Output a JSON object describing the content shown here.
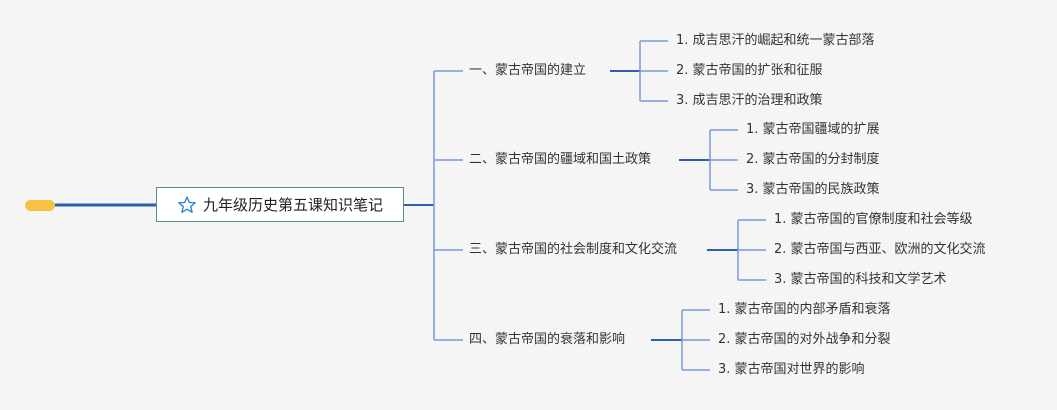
{
  "colors": {
    "accent_line": "#2d5fb4",
    "branch_line": "#7a9ad6",
    "pill": "#f5c242",
    "root_border": "#5a8f86",
    "star": "#2d7fd1"
  },
  "root": {
    "title": "九年级历史第五课知识笔记",
    "icon": "star-icon"
  },
  "topics": [
    {
      "label": "一、蒙古帝国的建立",
      "children": [
        "1. 成吉思汗的崛起和统一蒙古部落",
        "2. 蒙古帝国的扩张和征服",
        "3. 成吉思汗的治理和政策"
      ]
    },
    {
      "label": "二、蒙古帝国的疆域和国土政策",
      "children": [
        "1. 蒙古帝国疆域的扩展",
        "2. 蒙古帝国的分封制度",
        "3. 蒙古帝国的民族政策"
      ]
    },
    {
      "label": "三、蒙古帝国的社会制度和文化交流",
      "children": [
        "1. 蒙古帝国的官僚制度和社会等级",
        "2. 蒙古帝国与西亚、欧洲的文化交流",
        "3. 蒙古帝国的科技和文学艺术"
      ]
    },
    {
      "label": "四、蒙古帝国的衰落和影响",
      "children": [
        "1. 蒙古帝国的内部矛盾和衰落",
        "2. 蒙古帝国的对外战争和分裂",
        "3. 蒙古帝国对世界的影响"
      ]
    }
  ]
}
